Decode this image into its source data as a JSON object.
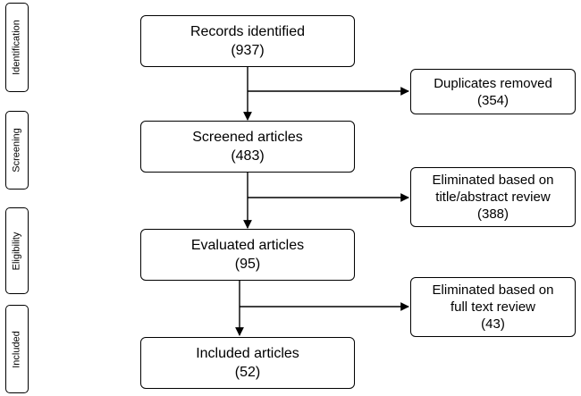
{
  "stages": [
    {
      "label": "Identification"
    },
    {
      "label": "Screening"
    },
    {
      "label": "Eligibility"
    },
    {
      "label": "Included"
    }
  ],
  "boxes": {
    "records_identified": {
      "title": "Records identified",
      "count": "(937)"
    },
    "duplicates_removed": {
      "title": "Duplicates removed",
      "count": "(354)"
    },
    "screened_articles": {
      "title": "Screened articles",
      "count": "(483)"
    },
    "eliminated_title_abstract": {
      "line1": "Eliminated based on",
      "line2": "title/abstract review",
      "count": "(388)"
    },
    "evaluated_articles": {
      "title": "Evaluated articles",
      "count": "(95)"
    },
    "eliminated_full_text": {
      "line1": "Eliminated based on",
      "line2": "full text review",
      "count": "(43)"
    },
    "included_articles": {
      "title": "Included articles",
      "count": "(52)"
    }
  }
}
